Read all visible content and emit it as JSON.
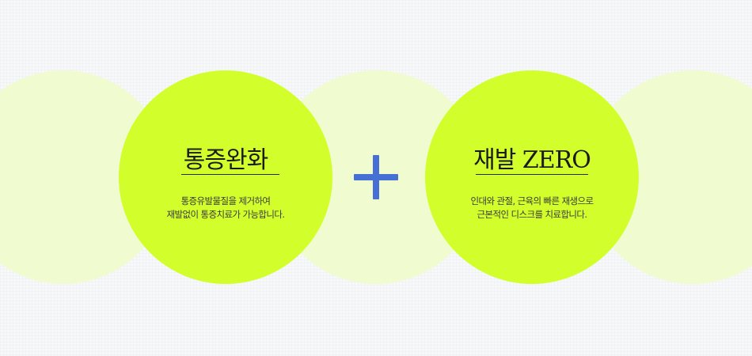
{
  "colors": {
    "background": "#f7f8fa",
    "pale_circle": "#f0fbd0",
    "main_circle": "#d2ff2b",
    "plus": "#4770d4",
    "title_text": "#1c1c1c",
    "desc_text": "#3a3a3a"
  },
  "icons": {
    "plus": "plus-icon"
  },
  "cards": [
    {
      "title": "통증완화",
      "desc_lines": [
        "통증유발물질을 제거하여",
        "재발없이 통증치료가 가능합니다."
      ]
    },
    {
      "title": "재발 ZERO",
      "desc_lines": [
        "인대와 관절, 근육의 빠른 재생으로",
        "근본적인 디스크를 치료합니다."
      ]
    }
  ]
}
